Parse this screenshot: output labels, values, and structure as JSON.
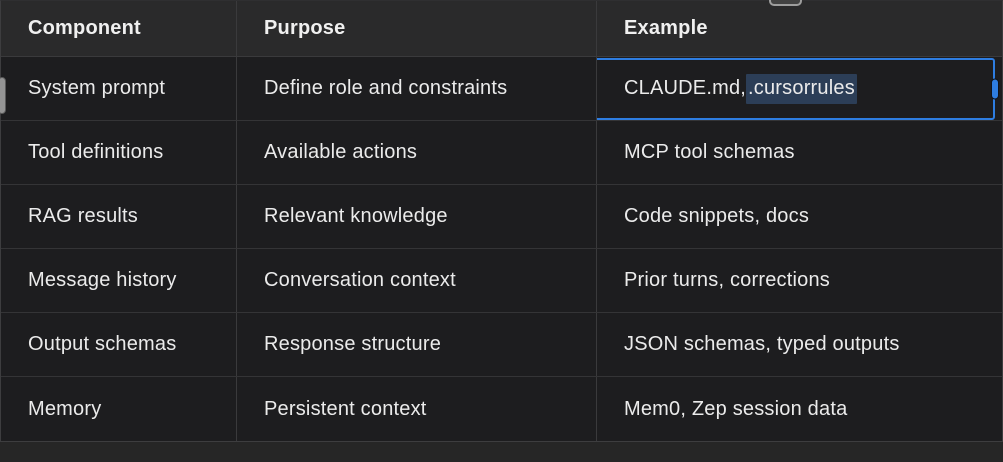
{
  "table": {
    "columns": [
      "Component",
      "Purpose",
      "Example"
    ],
    "rows": [
      [
        "System prompt",
        "Define role and constraints",
        "CLAUDE.md, .cursorrules"
      ],
      [
        "Tool definitions",
        "Available actions",
        "MCP tool schemas"
      ],
      [
        "RAG results",
        "Relevant knowledge",
        "Code snippets, docs"
      ],
      [
        "Message history",
        "Conversation context",
        "Prior turns, corrections"
      ],
      [
        "Output schemas",
        "Response structure",
        "JSON schemas, typed outputs"
      ],
      [
        "Memory",
        "Persistent context",
        "Mem0, Zep session data"
      ]
    ]
  },
  "selection": {
    "row_index": 0,
    "column_index": 2,
    "cell_text_prefix": "CLAUDE.md, ",
    "selected_text": ".cursorrules"
  },
  "colors": {
    "accent": "#2e7de1",
    "sel_highlight": "#2c3e57",
    "header_bg": "#2a2a2b",
    "row_bg": "#1d1d1f",
    "page_bg": "#262626",
    "border": "#3a3a3c",
    "border_strong": "#3d3d3f",
    "text": "#ebebeb"
  }
}
